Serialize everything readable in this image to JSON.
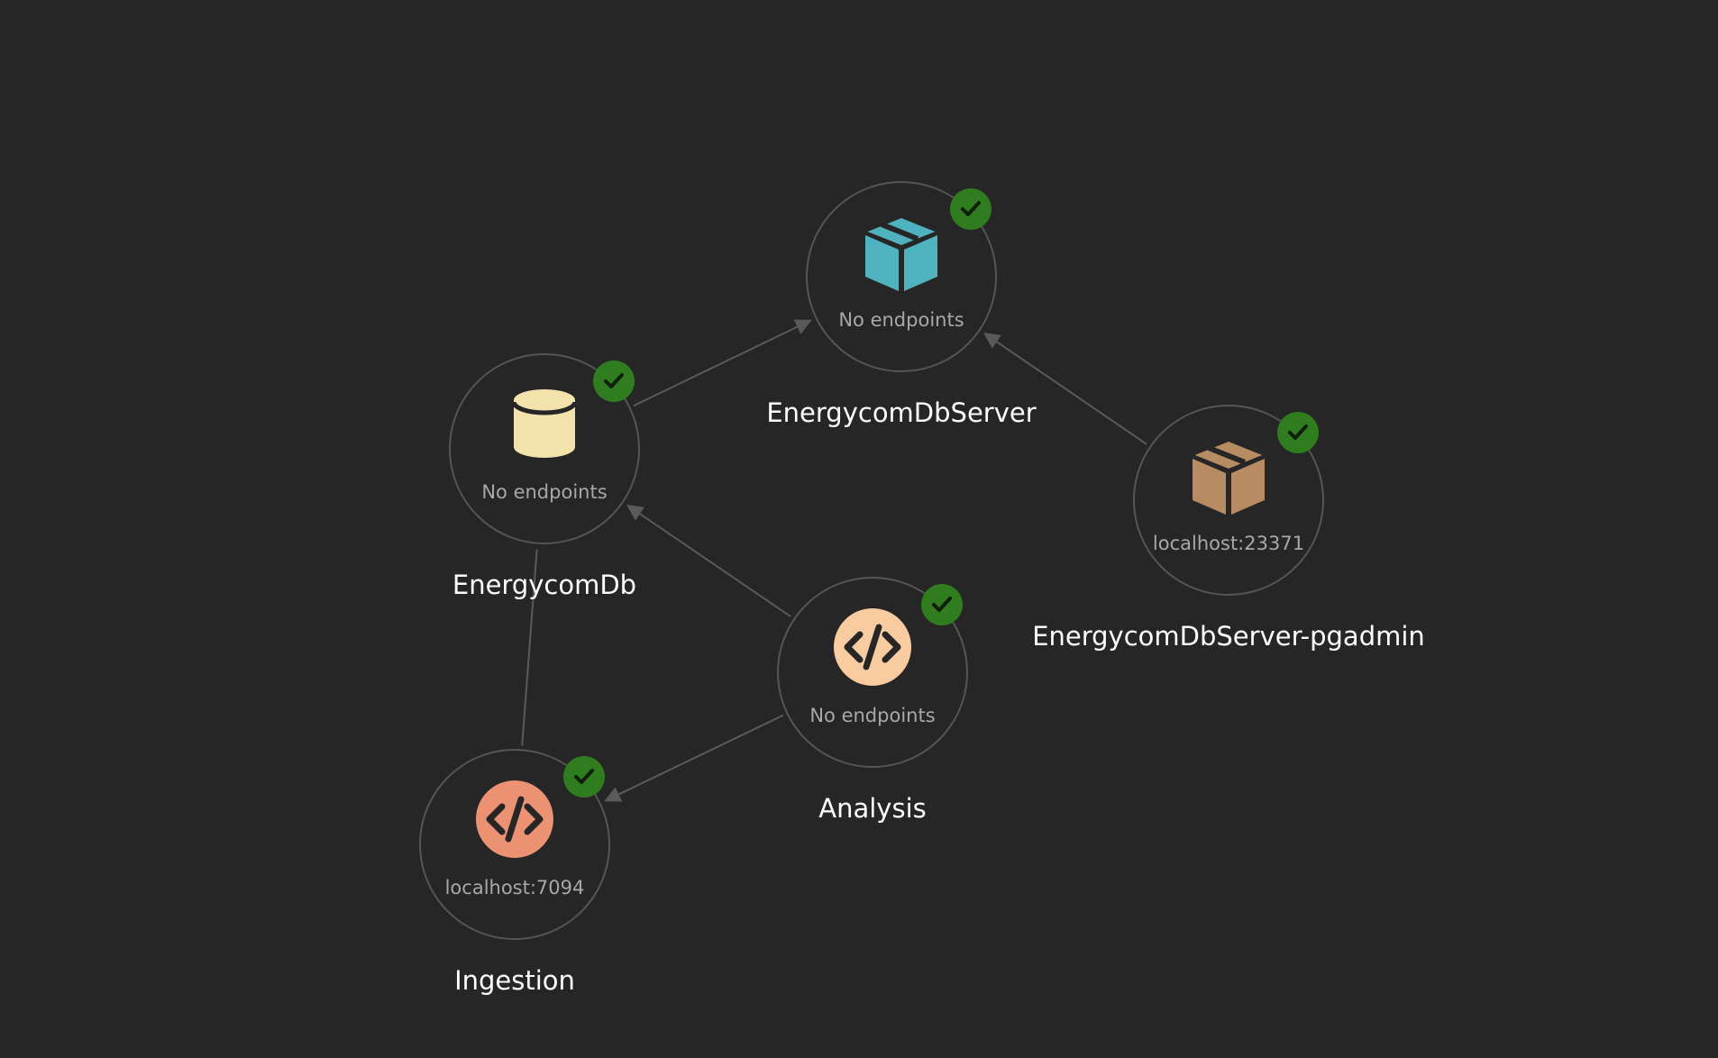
{
  "colors": {
    "background": "#262626",
    "node_border": "#555555",
    "edge": "#5a5a5a",
    "status_ok": "#2f7d1f",
    "endpoint_text": "#a8a8a8",
    "label_text": "#ffffff"
  },
  "nodes": [
    {
      "id": "server",
      "name": "EnergycomDbServer",
      "endpoint": "No endpoints",
      "icon": "box-icon",
      "icon_color": "#4fb3bf",
      "status": "running"
    },
    {
      "id": "db",
      "name": "EnergycomDb",
      "endpoint": "No endpoints",
      "icon": "database-icon",
      "icon_color": "#f4e2ad",
      "status": "running"
    },
    {
      "id": "pgadmin",
      "name": "EnergycomDbServer-pgadmin",
      "endpoint": "localhost:23371",
      "icon": "box-icon",
      "icon_color": "#b78c62",
      "status": "running"
    },
    {
      "id": "analysis",
      "name": "Analysis",
      "endpoint": "No endpoints",
      "icon": "code-icon",
      "icon_color": "#f8cc9e",
      "status": "running"
    },
    {
      "id": "ingestion",
      "name": "Ingestion",
      "endpoint": "localhost:7094",
      "icon": "code-icon",
      "icon_color": "#ec9273",
      "status": "running"
    }
  ],
  "edges": [
    {
      "from": "db",
      "to": "server",
      "arrow": true
    },
    {
      "from": "pgadmin",
      "to": "server",
      "arrow": true
    },
    {
      "from": "analysis",
      "to": "db",
      "arrow": true
    },
    {
      "from": "analysis",
      "to": "ingestion",
      "arrow": true
    },
    {
      "from": "ingestion",
      "to": "db",
      "arrow": false
    }
  ]
}
